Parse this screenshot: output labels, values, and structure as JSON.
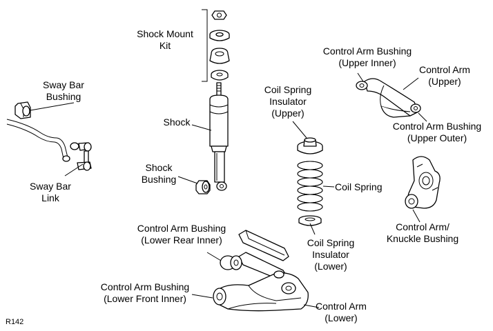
{
  "figure_code": "R142",
  "labels": {
    "sway_bar_bushing": [
      "Sway Bar",
      "Bushing"
    ],
    "sway_bar_link": [
      "Sway Bar",
      "Link"
    ],
    "shock_mount_kit": [
      "Shock Mount",
      "Kit"
    ],
    "shock": [
      "Shock"
    ],
    "shock_bushing": [
      "Shock",
      "Bushing"
    ],
    "coil_spring_insulator_upper": [
      "Coil Spring",
      "Insulator",
      "(Upper)"
    ],
    "coil_spring": [
      "Coil Spring"
    ],
    "coil_spring_insulator_lower": [
      "Coil Spring",
      "Insulator",
      "(Lower)"
    ],
    "control_arm_bushing_upper_inner": [
      "Control Arm Bushing",
      "(Upper Inner)"
    ],
    "control_arm_upper": [
      "Control Arm",
      "(Upper)"
    ],
    "control_arm_bushing_upper_outer": [
      "Control Arm Bushing",
      "(Upper Outer)"
    ],
    "control_arm_knuckle_bushing": [
      "Control Arm/",
      "Knuckle Bushing"
    ],
    "control_arm_bushing_lower_rear_inner": [
      "Control Arm Bushing",
      "(Lower Rear Inner)"
    ],
    "control_arm_bushing_lower_front_inner": [
      "Control Arm Bushing",
      "(Lower Front Inner)"
    ],
    "control_arm_lower": [
      "Control Arm",
      "(Lower)"
    ]
  }
}
